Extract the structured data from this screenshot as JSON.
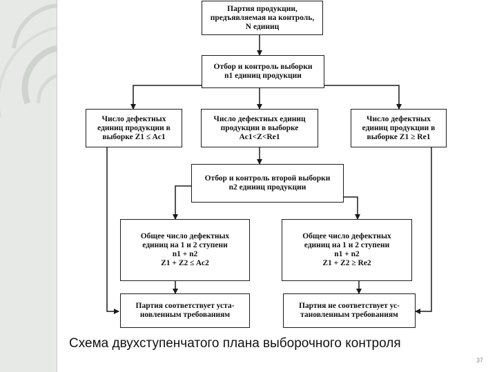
{
  "boxes": {
    "lot": {
      "lines": [
        "Партия продукции,",
        "предъявляемая на контроль,",
        "N единиц"
      ]
    },
    "sample1": {
      "lines": [
        "Отбор и контроль выборки",
        "n1 единиц продукции"
      ]
    },
    "accept1": {
      "lines": [
        "Число дефектных",
        "единиц продукции в",
        "выборке Z1  ≤ Ac1"
      ]
    },
    "middle": {
      "lines": [
        "Число дефектных единиц",
        "продукции в выборке",
        "Ac1<Z<Re1"
      ]
    },
    "reject1": {
      "lines": [
        "Число дефектных",
        "единиц продукции в",
        "выборке Z1 ≥  Re1"
      ]
    },
    "sample2": {
      "lines": [
        "Отбор и контроль второй выборки",
        "n2  единиц продукции"
      ]
    },
    "accept2": {
      "lines": [
        "Общее число дефектных",
        "единиц на 1 и 2 ступени",
        "n1 + n2",
        "Z1 + Z2  ≤  Ac2"
      ]
    },
    "reject2": {
      "lines": [
        "Общее число дефектных",
        "единиц на 1 и 2 ступени",
        "n1 + n2",
        "Z1 + Z2  ≥  Re2"
      ]
    },
    "lot_ok": {
      "lines": [
        "Партия соответствует уста-",
        "новленным требованиям"
      ]
    },
    "lot_fail": {
      "lines": [
        "Партия не соответствует ус-",
        "тановленным требованиям"
      ]
    }
  },
  "caption": "Схема двухступенчатого плана выборочного контроля",
  "page_number": "37",
  "colors": {
    "line": "#1a1a1a",
    "strip": "#e7e9e6",
    "deco": "#d2d6d1"
  }
}
